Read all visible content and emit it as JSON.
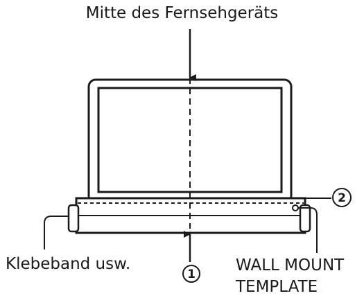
{
  "labels": {
    "top": "Mitte des Fernsehgeräts",
    "left": "Klebeband usw.",
    "right_line1": "WALL MOUNT",
    "right_line2": "TEMPLATE"
  },
  "callouts": {
    "one": "1",
    "two": "2"
  },
  "colors": {
    "line": "#1a1a1a",
    "fill": "#ffffff"
  }
}
